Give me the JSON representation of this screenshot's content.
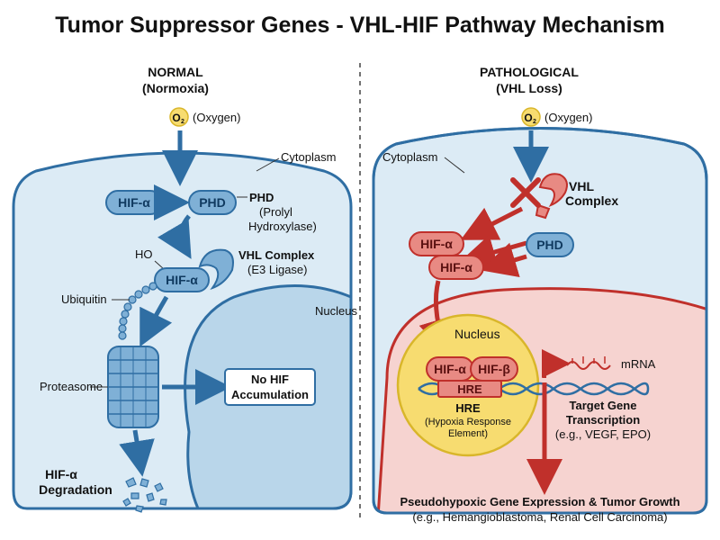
{
  "title": "Tumor Suppressor Genes - VHL-HIF Pathway Mechanism",
  "colors": {
    "blue_dark": "#2f6ea3",
    "blue_fill": "#dcebf5",
    "blue_light": "#7fb0d6",
    "nucleus_blue": "#b9d6ea",
    "red_dark": "#c0302b",
    "red_fill": "#e88a83",
    "red_light": "#f6d3d0",
    "yellow": "#f7dc70",
    "yellow_dark": "#d9b62a"
  },
  "normal": {
    "heading": "NORMAL",
    "subheading": "(Normoxia)",
    "o2_symbol": "O",
    "o2_sub": "2",
    "o2_label": "(Oxygen)",
    "cytoplasm_label": "Cytoplasm",
    "hif": "HIF-α",
    "phd": "PHD",
    "phd_title": "PHD",
    "phd_desc_1": "(Prolyl",
    "phd_desc_2": "Hydroxylase)",
    "ho_label": "HO",
    "vhl_title": "VHL Complex",
    "vhl_desc": "(E3 Ligase)",
    "ubiquitin_label": "Ubiquitin",
    "nucleus_label": "Nucleus",
    "proteasome_label": "Proteasome",
    "result_box_1": "No HIF",
    "result_box_2": "Accumulation",
    "degradation_1": "HIF-α",
    "degradation_2": "Degradation"
  },
  "pathological": {
    "heading": "PATHOLOGICAL",
    "subheading": "(VHL Loss)",
    "o2_symbol": "O",
    "o2_sub": "2",
    "o2_label": "(Oxygen)",
    "cytoplasm_label": "Cytoplasm",
    "vhl_title_1": "VHL",
    "vhl_title_2": "Complex",
    "hif_a": "HIF-α",
    "hif_b": "HIF-α",
    "phd": "PHD",
    "nucleus_label": "Nucleus",
    "hif_alpha": "HIF-α",
    "hif_beta": "HIF-β",
    "hre_box": "HRE",
    "hre_title": "HRE",
    "hre_desc_1": "(Hypoxia Response",
    "hre_desc_2": "Element)",
    "mrna_label": "mRNA",
    "target_title_1": "Target Gene",
    "target_title_2": "Transcription",
    "target_desc": "(e.g., VEGF, EPO)",
    "outcome_title": "Pseudohypoxic Gene Expression & Tumor Growth",
    "outcome_desc": "(e.g., Hemangioblastoma, Renal Cell Carcinoma)"
  }
}
